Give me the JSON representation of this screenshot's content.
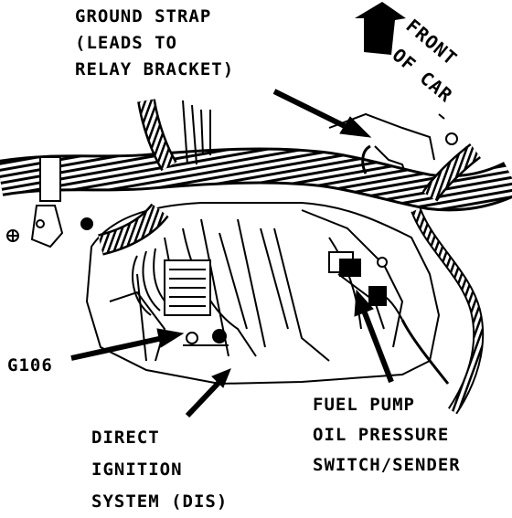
{
  "diagram": {
    "labels": {
      "ground_strap": [
        "GROUND STRAP",
        "(LEADS TO",
        "RELAY BRACKET)"
      ],
      "front_of_car": [
        "FRONT",
        "OF CAR"
      ],
      "g106": "G106",
      "direct_ignition": [
        "DIRECT",
        "IGNITION",
        "SYSTEM (DIS)"
      ],
      "fuel_pump": [
        "FUEL PUMP",
        "OIL PRESSURE",
        "SWITCH/SENDER"
      ]
    },
    "colors": {
      "ink": "#000000",
      "paper": "#ffffff"
    }
  }
}
